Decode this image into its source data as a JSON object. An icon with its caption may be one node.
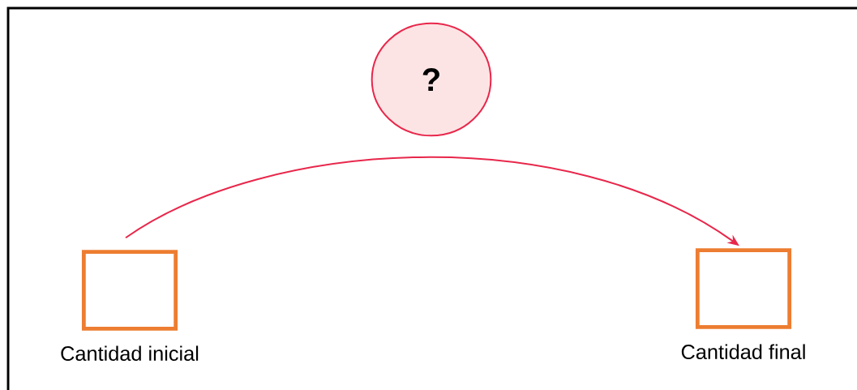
{
  "diagram": {
    "nodes": [
      {
        "text": [],
        "shape": "box",
        "beside": [
          "Cantidad inicial"
        ]
      },
      {
        "text": [],
        "shape": "box",
        "beside": [
          "Cantidad final"
        ]
      },
      {
        "text": [
          "?"
        ]
      }
    ],
    "edges": [
      {
        "from": 0,
        "to": 1,
        "arrow": "to"
      }
    ]
  }
}
